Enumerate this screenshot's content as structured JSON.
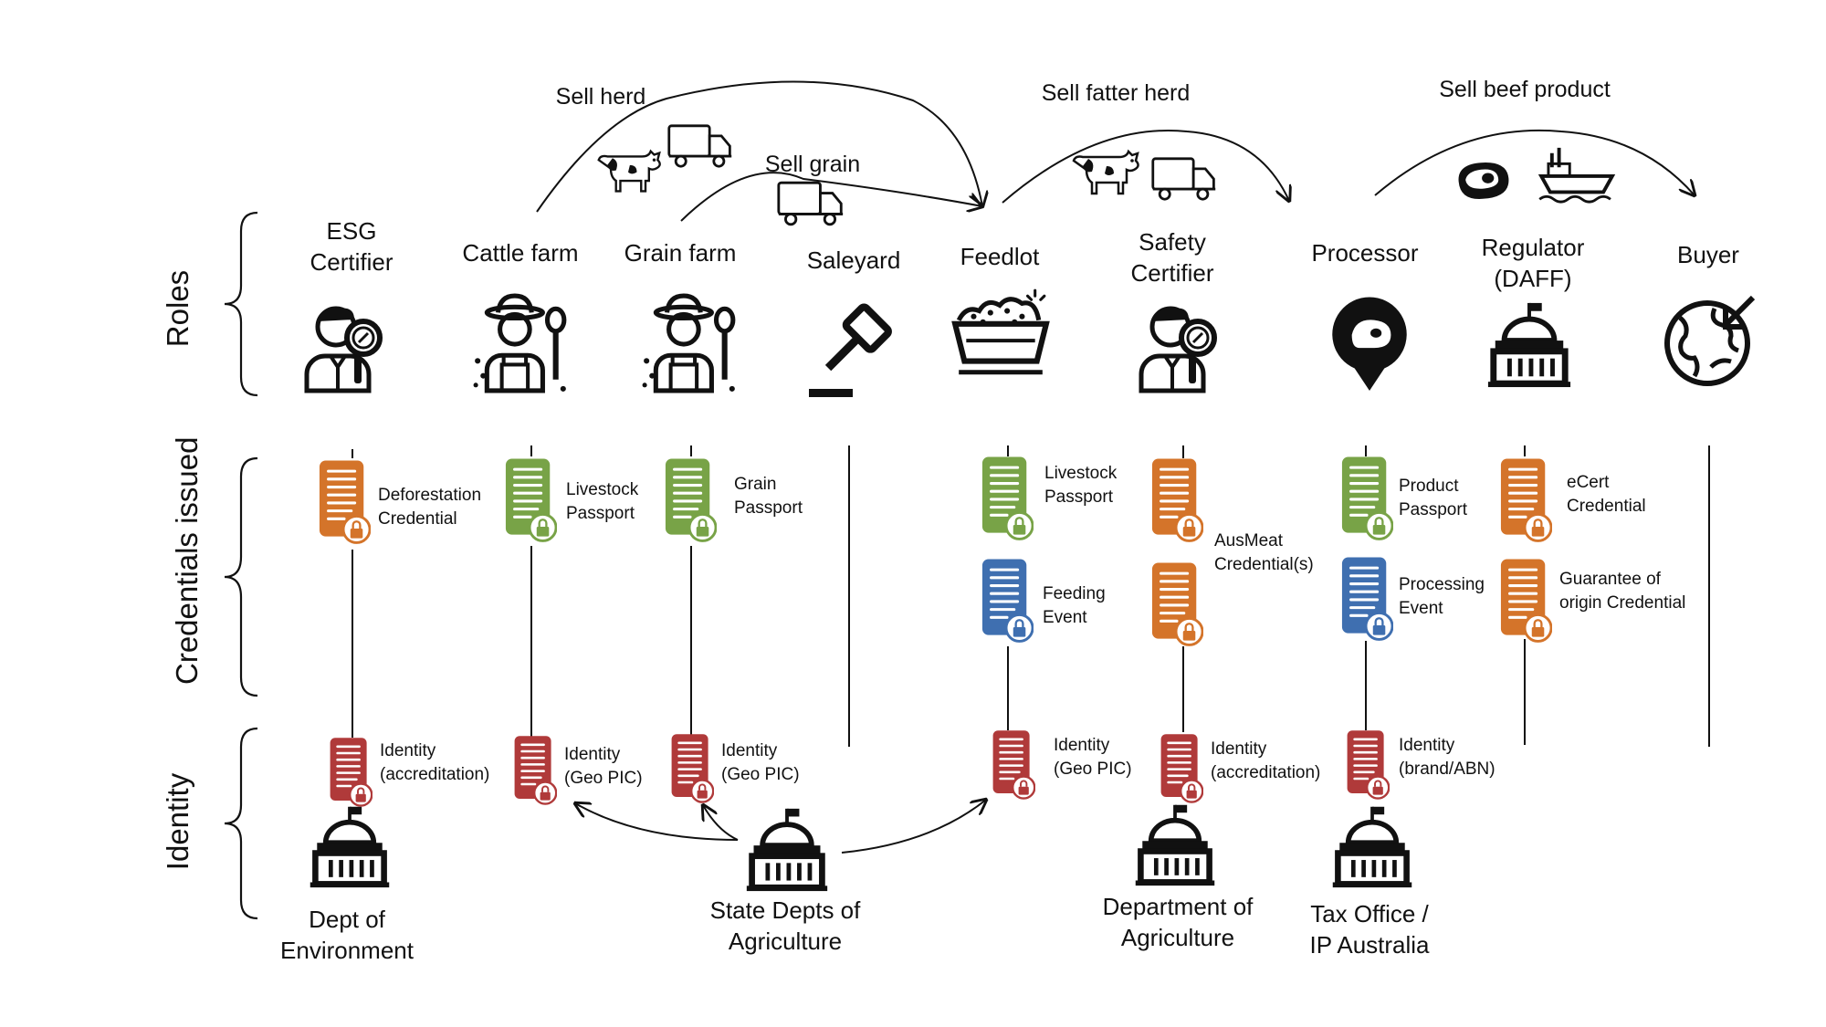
{
  "flows": {
    "sell_herd": "Sell herd",
    "sell_grain": "Sell grain",
    "sell_fatter_herd": "Sell fatter herd",
    "sell_beef_product": "Sell beef product"
  },
  "sections": {
    "roles": "Roles",
    "credentials": "Credentials issued",
    "identity": "Identity"
  },
  "roles": {
    "esg_certifier": [
      "ESG",
      "Certifier"
    ],
    "cattle_farm": "Cattle farm",
    "grain_farm": "Grain farm",
    "saleyard": "Saleyard",
    "feedlot": "Feedlot",
    "safety_certifier": [
      "Safety",
      "Certifier"
    ],
    "processor": "Processor",
    "regulator": [
      "Regulator",
      "(DAFF)"
    ],
    "buyer": "Buyer"
  },
  "credentials": {
    "esg": [
      "Deforestation",
      "Credential"
    ],
    "cattle": [
      "Livestock",
      "Passport"
    ],
    "grain": [
      "Grain",
      "Passport"
    ],
    "feedlot_1": [
      "Livestock",
      "Passport"
    ],
    "feedlot_2": [
      "Feeding",
      "Event"
    ],
    "safety": [
      "AusMeat",
      "Credential(s)"
    ],
    "processor_1": [
      "Product",
      "Passport"
    ],
    "processor_2": [
      "Processing",
      "Event"
    ],
    "regulator_1": [
      "eCert",
      "Credential"
    ],
    "regulator_2": [
      "Guarantee of",
      "origin Credential"
    ]
  },
  "identities": {
    "esg": [
      "Identity",
      "(accreditation)"
    ],
    "cattle": [
      "Identity",
      "(Geo PIC)"
    ],
    "grain": [
      "Identity",
      "(Geo PIC)"
    ],
    "feedlot": [
      "Identity",
      "(Geo PIC)"
    ],
    "safety": [
      "Identity",
      "(accreditation)"
    ],
    "processor": [
      "Identity",
      "(brand/ABN)"
    ]
  },
  "authorities": {
    "dept_env": [
      "Dept of",
      "Environment"
    ],
    "state_ag": [
      "State Depts of",
      "Agriculture"
    ],
    "dept_ag": [
      "Department of",
      "Agriculture"
    ],
    "tax": [
      "Tax Office /",
      "IP Australia"
    ]
  },
  "colors": {
    "orange": "#d4742a",
    "green": "#78a347",
    "blue": "#3f6fb0",
    "red": "#b03a3a",
    "ink": "#111111"
  }
}
